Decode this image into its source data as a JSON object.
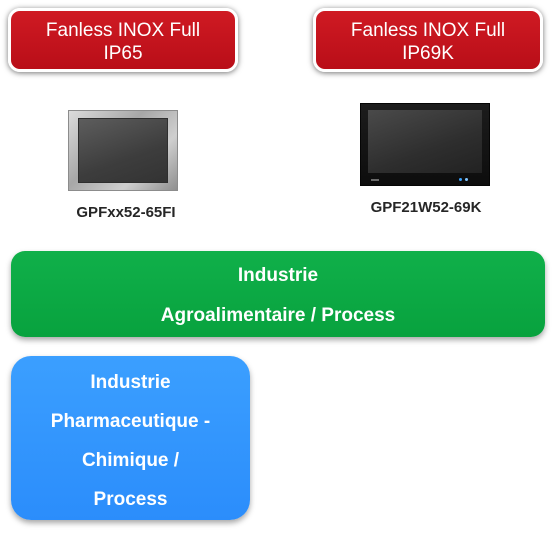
{
  "badges": [
    {
      "line1": "Fanless INOX Full",
      "line2": "IP65",
      "color": "#c8141e"
    },
    {
      "line1": "Fanless INOX Full",
      "line2": "IP69K",
      "color": "#c8141e"
    }
  ],
  "products": [
    {
      "model": "GPFxx52-65FI",
      "finish": "stainless"
    },
    {
      "model": "GPF21W52-69K",
      "finish": "black"
    }
  ],
  "industries": {
    "food": {
      "line1": "Industrie",
      "line2": "Agroalimentaire / Process",
      "color": "#0aa944"
    },
    "pharma": {
      "line1": "Industrie",
      "line2": "Pharmaceutique -",
      "line3": "Chimique /",
      "line4": "Process",
      "color": "#3399ff"
    }
  }
}
